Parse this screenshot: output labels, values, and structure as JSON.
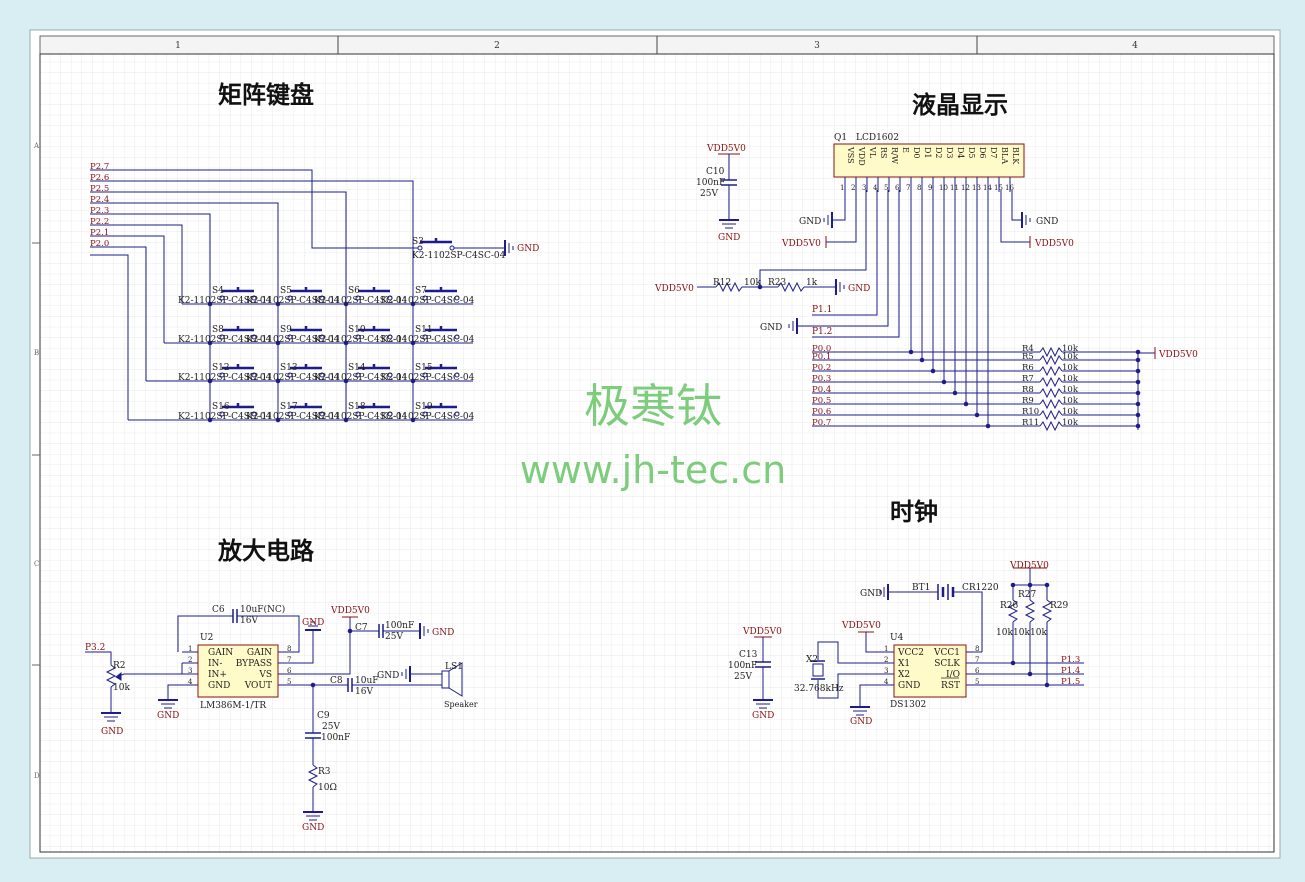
{
  "sheet": {
    "columns": [
      "1",
      "2",
      "3",
      "4"
    ],
    "rows": [
      "A",
      "B",
      "C",
      "D"
    ]
  },
  "watermark": {
    "cn": "极寒钛",
    "url": "www.jh-tec.cn"
  },
  "keypad": {
    "title": "矩阵键盘",
    "nets": [
      "P2.7",
      "P2.6",
      "P2.5",
      "P2.4",
      "P2.3",
      "P2.2",
      "P2.1",
      "P2.0"
    ],
    "switches": [
      "S3",
      "S4",
      "S5",
      "S6",
      "S7",
      "S8",
      "S9",
      "S10",
      "S11",
      "S12",
      "S13",
      "S14",
      "S15",
      "S16",
      "S17",
      "S18",
      "S19"
    ],
    "part": "K2-1102SP-C4SC-04",
    "gnd": "GND"
  },
  "lcd": {
    "title": "液晶显示",
    "ref": "Q1",
    "model": "LCD1602",
    "pins": [
      "VSS",
      "VDD",
      "VL",
      "RS",
      "R/W",
      "E",
      "D0",
      "D1",
      "D2",
      "D3",
      "D4",
      "D5",
      "D6",
      "D7",
      "BLA",
      "BLK"
    ],
    "c10": {
      "ref": "C10",
      "val": "100nF",
      "volt": "25V"
    },
    "vdd": "VDD5V0",
    "gnd": "GND",
    "r12": "R12",
    "r12v": "10k",
    "r23": "R23",
    "r23v": "1k",
    "p11": "P1.1",
    "p12": "P1.2",
    "port": [
      "P0.0",
      "P0.1",
      "P0.2",
      "P0.3",
      "P0.4",
      "P0.5",
      "P0.6",
      "P0.7"
    ],
    "pullups": [
      "R4",
      "R5",
      "R6",
      "R7",
      "R8",
      "R9",
      "R10",
      "R11"
    ],
    "pullupVal": "10k"
  },
  "amp": {
    "title": "放大电路",
    "ref": "U2",
    "part": "LM386M-1/TR",
    "pinsL": [
      "GAIN",
      "IN-",
      "IN+",
      "GND"
    ],
    "pinsR": [
      "GAIN",
      "BYPASS",
      "VS",
      "VOUT"
    ],
    "numsL": [
      "1",
      "2",
      "3",
      "4"
    ],
    "numsR": [
      "8",
      "7",
      "6",
      "5"
    ],
    "c6": {
      "ref": "C6",
      "val": "10uF(NC)",
      "volt": "16V"
    },
    "c7": {
      "ref": "C7",
      "val": "100nF",
      "volt": "25V"
    },
    "c8": {
      "ref": "C8",
      "val": "10uF",
      "volt": "16V"
    },
    "c9": {
      "ref": "C9",
      "val": "100nF",
      "volt": "25V"
    },
    "r2": {
      "ref": "R2",
      "val": "10k"
    },
    "r3": {
      "ref": "R3",
      "val": "10Ω"
    },
    "ls1": {
      "ref": "LS1",
      "val": "Speaker"
    },
    "p32": "P3.2",
    "vdd": "VDD5V0",
    "gnd": "GND"
  },
  "clock": {
    "title": "时钟",
    "ref": "U4",
    "part": "DS1302",
    "pinsL": [
      "VCC2",
      "X1",
      "X2",
      "GND"
    ],
    "pinsR": [
      "VCC1",
      "SCLK",
      "I/O",
      "RST"
    ],
    "numsL": [
      "1",
      "2",
      "3",
      "4"
    ],
    "numsR": [
      "8",
      "7",
      "6",
      "5"
    ],
    "bt1": {
      "ref": "BT1",
      "val": "CR1220"
    },
    "c13": {
      "ref": "C13",
      "val": "100nF",
      "volt": "25V"
    },
    "x2": {
      "ref": "X2",
      "val": "32.768kHz"
    },
    "r26": "R26",
    "r27": "R27",
    "r29": "R29",
    "rval": "10k",
    "nets": [
      "P1.3",
      "P1.4",
      "P1.5"
    ],
    "vdd": "VDD5V0",
    "gnd": "GND"
  },
  "colors": {
    "wire": "#1c1c8c",
    "net": "#8b1010",
    "part": "#222222",
    "fill": "#fffbc8",
    "watermark": "#5cc05c"
  }
}
